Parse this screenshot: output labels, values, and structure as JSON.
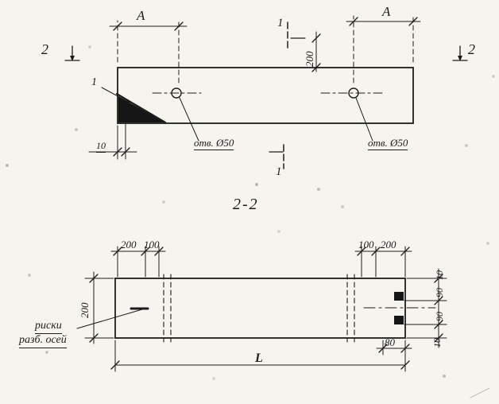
{
  "colors": {
    "paper": "#f6f4ee",
    "ink": "#1c1c1c"
  },
  "top_view": {
    "dim_a_left": "А",
    "dim_a_right": "А",
    "cut2_left": "2",
    "cut2_right": "2",
    "cut1_top": "1",
    "cut1_bottom": "1",
    "detail_ref": "1",
    "dim_vert": "200",
    "dim_edge": "10",
    "hole_left": "отв. Ø50",
    "hole_right": "отв. Ø50"
  },
  "section_view": {
    "title": "2-2",
    "top_left_dims": [
      "200",
      "100"
    ],
    "top_right_dims": [
      "100",
      "200"
    ],
    "left_dim": "200",
    "right_dims": [
      "10",
      "90",
      "90",
      "10"
    ],
    "bottom_dim": "80",
    "length_dim": "L",
    "axis_note": [
      "риски",
      "разб. осей"
    ]
  }
}
